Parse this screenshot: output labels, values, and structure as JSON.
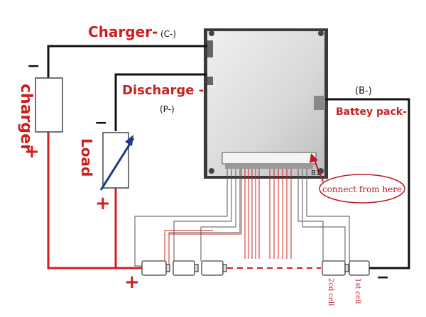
{
  "labels": {
    "charger_neg": "Charger-",
    "charger_neg_code": "(C-)",
    "discharge_neg": "Discharge -",
    "discharge_neg_code": "(P-)",
    "battery_neg_code": "(B-)",
    "battery_pack": "Battey pack-",
    "b1": "B1-",
    "connect_from_here": "connect from here",
    "charger": "charger",
    "load": "Load",
    "minus": "−",
    "plus": "+",
    "cell_2": "2cd cell",
    "cell_1": "1st cell"
  },
  "colors": {
    "red_wire": "#d41e1e",
    "black_wire": "#111111",
    "board": "#d9d9d9",
    "arrow": "#1a3a8c"
  }
}
